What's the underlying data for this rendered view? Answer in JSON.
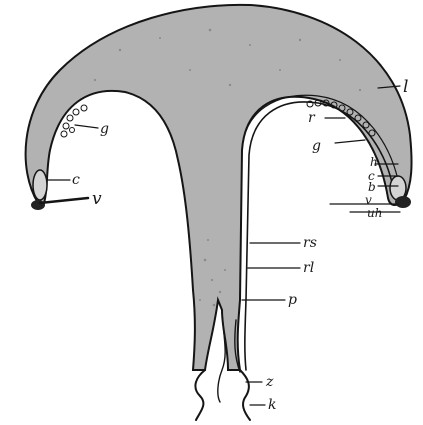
{
  "figure": {
    "colors": {
      "body_fill": "#b2b2b2",
      "ink": "#151515",
      "background": "#ffffff"
    },
    "labels": {
      "l": "l",
      "g_left": "g",
      "c_left": "c",
      "v_left": "v",
      "r": "r",
      "g_right": "g",
      "h": "h",
      "c_right": "c",
      "b": "b",
      "v_right": "v",
      "uh": "uh",
      "rs": "rs",
      "rl": "rl",
      "p": "p",
      "z": "z",
      "k": "k"
    }
  }
}
